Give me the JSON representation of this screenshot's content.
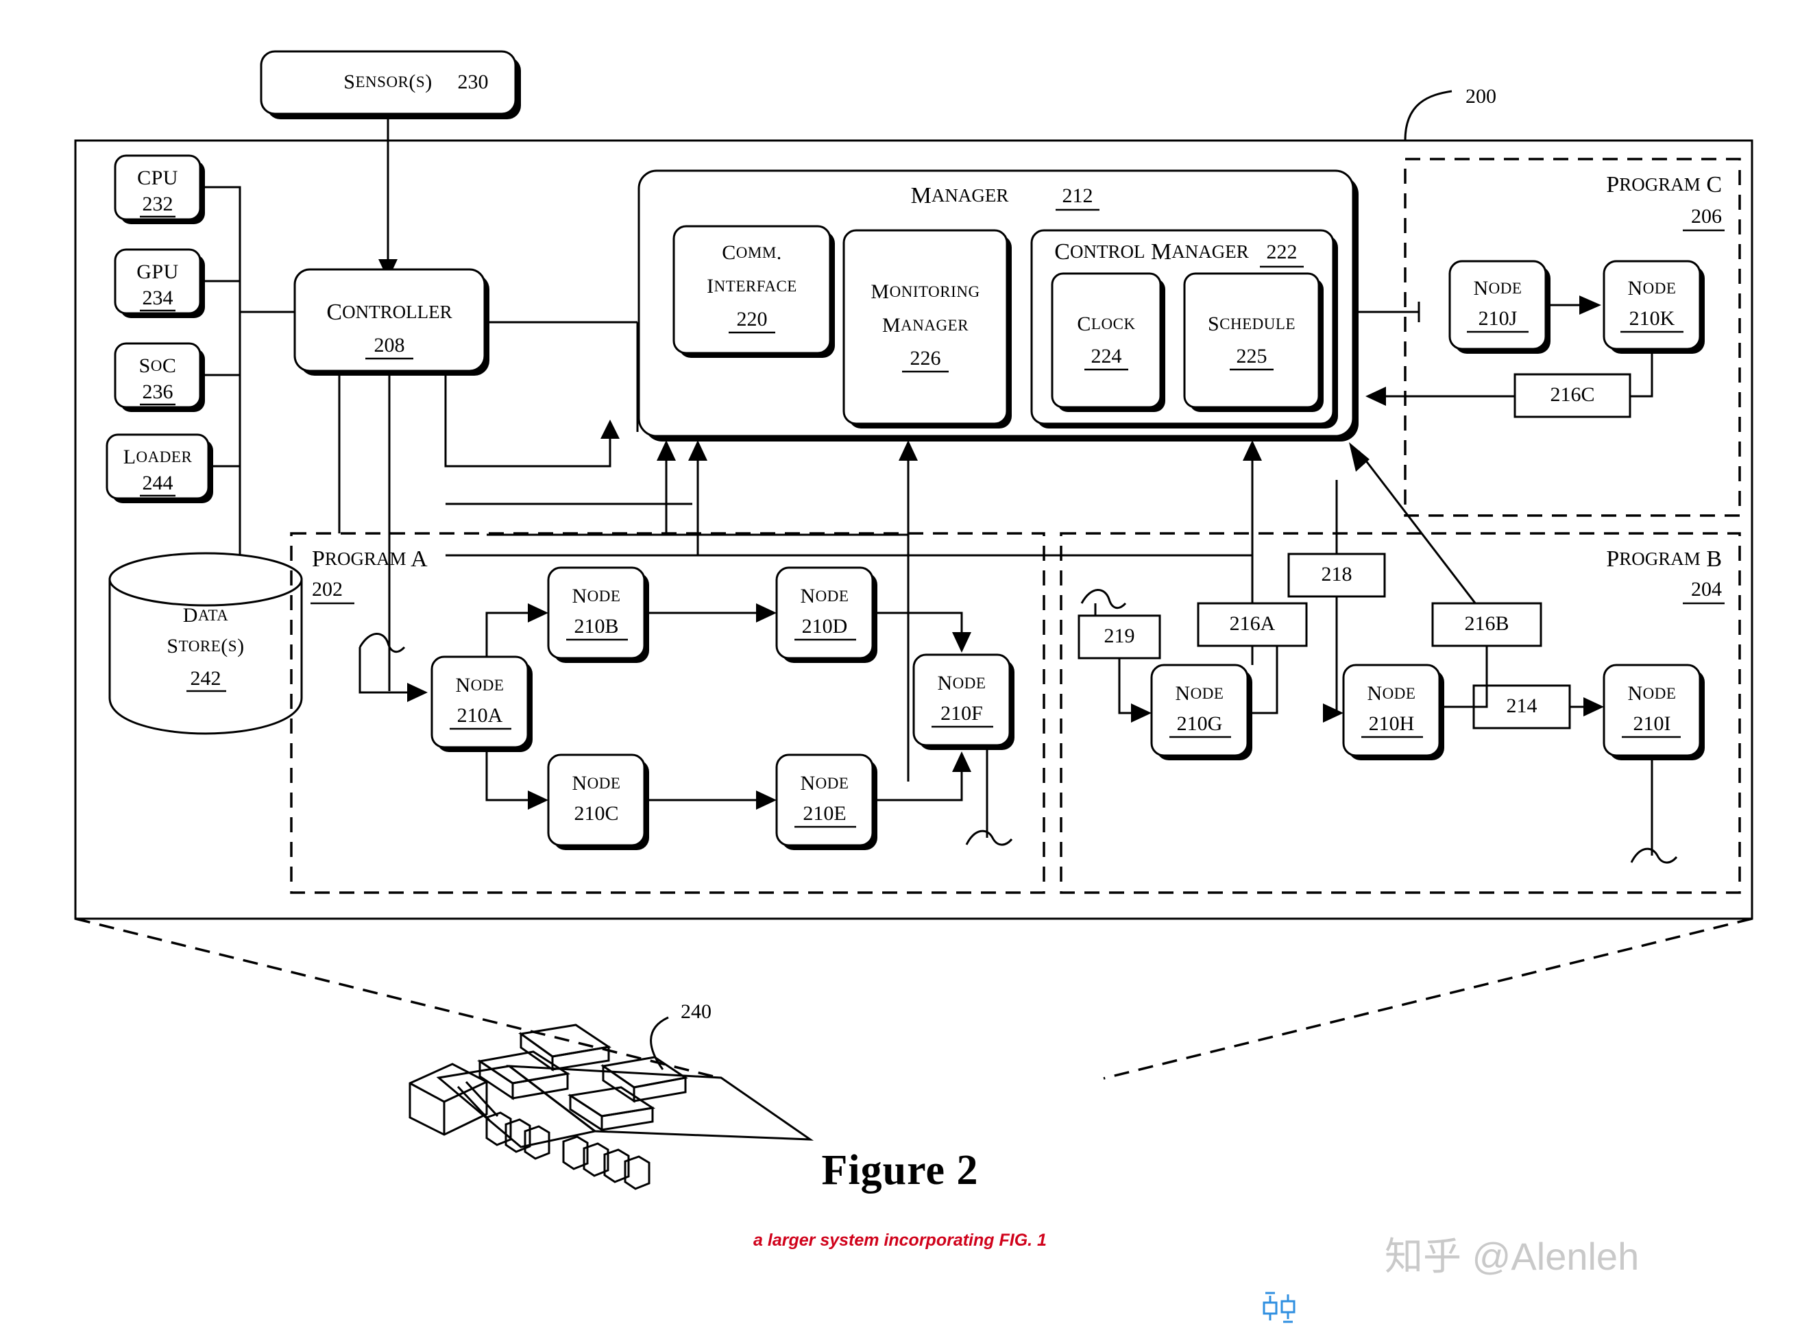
{
  "figure": {
    "title": "Figure 2",
    "caption": "a larger system incorporating FIG. 1",
    "system_ref": "200",
    "board_ref": "240"
  },
  "sensor": {
    "label": "Sensor(s)",
    "ref": "230"
  },
  "hardware": [
    {
      "label": "CPU",
      "ref": "232"
    },
    {
      "label": "GPU",
      "ref": "234"
    },
    {
      "label": "SoC",
      "ref": "236"
    },
    {
      "label": "Loader",
      "ref": "244"
    }
  ],
  "data_store": {
    "line1": "Data",
    "line2": "Store(s)",
    "ref": "242"
  },
  "controller": {
    "label": "Controller",
    "ref": "208"
  },
  "manager": {
    "label": "Manager",
    "ref": "212",
    "comm_interface": {
      "line1": "Comm.",
      "line2": "Interface",
      "ref": "220"
    },
    "monitoring_manager": {
      "line1": "Monitoring",
      "line2": "Manager",
      "ref": "226"
    },
    "control_manager": {
      "label": "Control Manager",
      "ref": "222",
      "clock": {
        "label": "Clock",
        "ref": "224"
      },
      "schedule": {
        "label": "Schedule",
        "ref": "225"
      }
    }
  },
  "programs": {
    "a": {
      "label": "Program A",
      "ref": "202",
      "nodes": [
        {
          "label": "Node",
          "ref": "210A"
        },
        {
          "label": "Node",
          "ref": "210B"
        },
        {
          "label": "Node",
          "ref": "210C"
        },
        {
          "label": "Node",
          "ref": "210D"
        },
        {
          "label": "Node",
          "ref": "210E"
        },
        {
          "label": "Node",
          "ref": "210F"
        }
      ]
    },
    "b": {
      "label": "Program B",
      "ref": "204",
      "nodes": [
        {
          "label": "Node",
          "ref": "210G"
        },
        {
          "label": "Node",
          "ref": "210H"
        },
        {
          "label": "Node",
          "ref": "210I"
        }
      ],
      "edge_refs": [
        "219",
        "216A",
        "218",
        "216B",
        "214"
      ]
    },
    "c": {
      "label": "Program C",
      "ref": "206",
      "nodes": [
        {
          "label": "Node",
          "ref": "210J"
        },
        {
          "label": "Node",
          "ref": "210K"
        }
      ],
      "edge_refs": [
        "216C"
      ]
    }
  },
  "watermark": "知乎 @Alenleh"
}
